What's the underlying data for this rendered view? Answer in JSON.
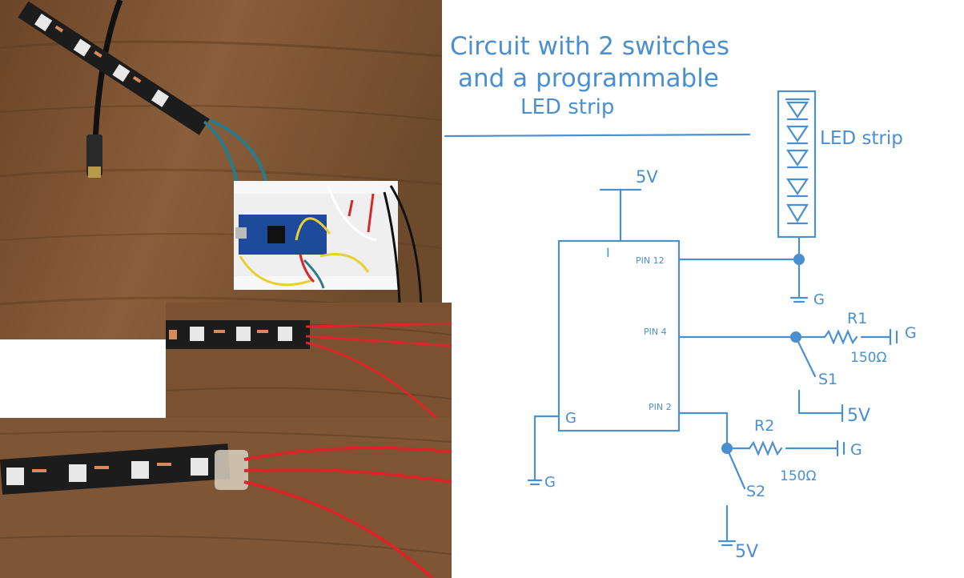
{
  "title": {
    "line1": "Circuit with 2 switches",
    "line2": "and a programmable",
    "line3": "LED strip"
  },
  "labels": {
    "led_strip": "LED strip",
    "supply_top": "5V",
    "chip_i": "I",
    "chip_g": "G",
    "pin12": "PIN 12",
    "pin4": "PIN 4",
    "pin2": "PIN 2",
    "led_ground": "G",
    "r1": "R1",
    "r1_value": "150Ω",
    "r1_ground": "G",
    "s1": "S1",
    "s1_supply": "5V",
    "r2": "R2",
    "r2_value": "150Ω",
    "r2_ground": "G",
    "s2": "S2",
    "s2_supply": "5V",
    "chip_ground": "G"
  },
  "colors": {
    "ink": "#4a8fd0",
    "wood": "#7a5232",
    "strip": "#1c1c1c",
    "wire_red": "#d8262a"
  }
}
